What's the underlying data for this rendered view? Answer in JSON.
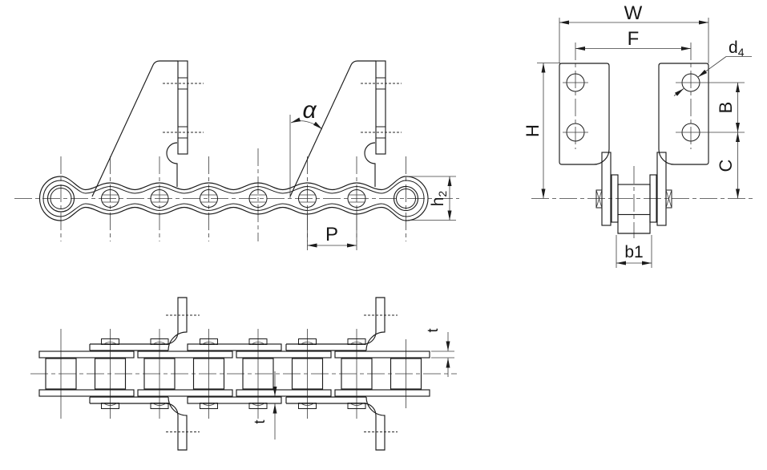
{
  "page": {
    "background": "#ffffff"
  },
  "colors": {
    "line": "#1c1c1c",
    "thin": "#3c3c3c",
    "text": "#161616"
  },
  "labels": {
    "side": {
      "angle": "α",
      "pitch": "P",
      "link_height_main": "h",
      "link_height_sub": "2"
    },
    "front": {
      "overall_width": "W",
      "hole_span": "F",
      "hole_diameter_main": "d",
      "hole_diameter_sub": "4",
      "attachment_height": "H",
      "hole_spacing": "B",
      "lug_drop": "C",
      "inner_width": "b1"
    },
    "plan": {
      "plate_thickness_right": "t",
      "plate_thickness_left": "t"
    }
  }
}
